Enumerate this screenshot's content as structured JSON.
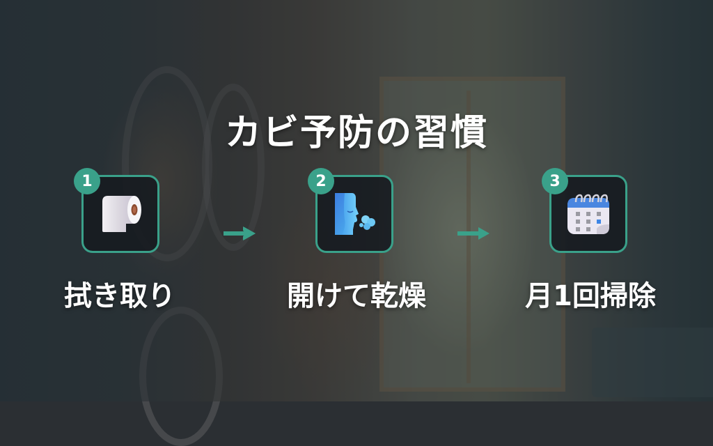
{
  "title": "カビ予防の習慣",
  "accent_color": "#3aa18a",
  "steps": [
    {
      "number": "1",
      "icon": "toilet-paper-icon",
      "label": "拭き取り"
    },
    {
      "number": "2",
      "icon": "face-blowing-icon",
      "label": "開けて乾燥"
    },
    {
      "number": "3",
      "icon": "calendar-icon",
      "label": "月1回掃除"
    }
  ],
  "arrows": [
    "arrow-right-icon",
    "arrow-right-icon"
  ]
}
